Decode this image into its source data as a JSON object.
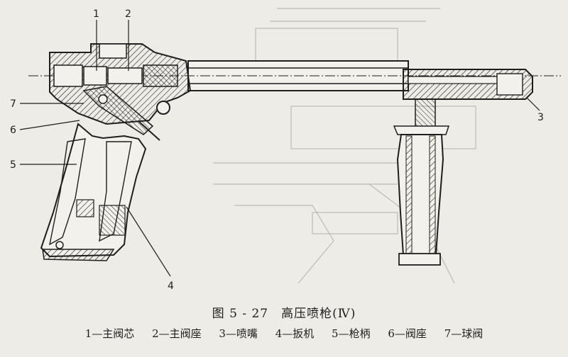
{
  "figure": {
    "title": "图 5 - 27　高压喷枪(Ⅳ)",
    "callouts": [
      {
        "id": "c1",
        "label": "1"
      },
      {
        "id": "c2",
        "label": "2"
      },
      {
        "id": "c3",
        "label": "3"
      },
      {
        "id": "c4",
        "label": "4"
      },
      {
        "id": "c5",
        "label": "5"
      },
      {
        "id": "c6",
        "label": "6"
      },
      {
        "id": "c7",
        "label": "7"
      }
    ],
    "legend": [
      "1—主阀芯",
      "2—主阀座",
      "3—喷嘴",
      "4—扳机",
      "5—枪柄",
      "6—阀座",
      "7—球阀"
    ]
  },
  "colors": {
    "ink": "#1e1e1e",
    "paper": "#eeece7",
    "ghost": "#bdbab3"
  }
}
